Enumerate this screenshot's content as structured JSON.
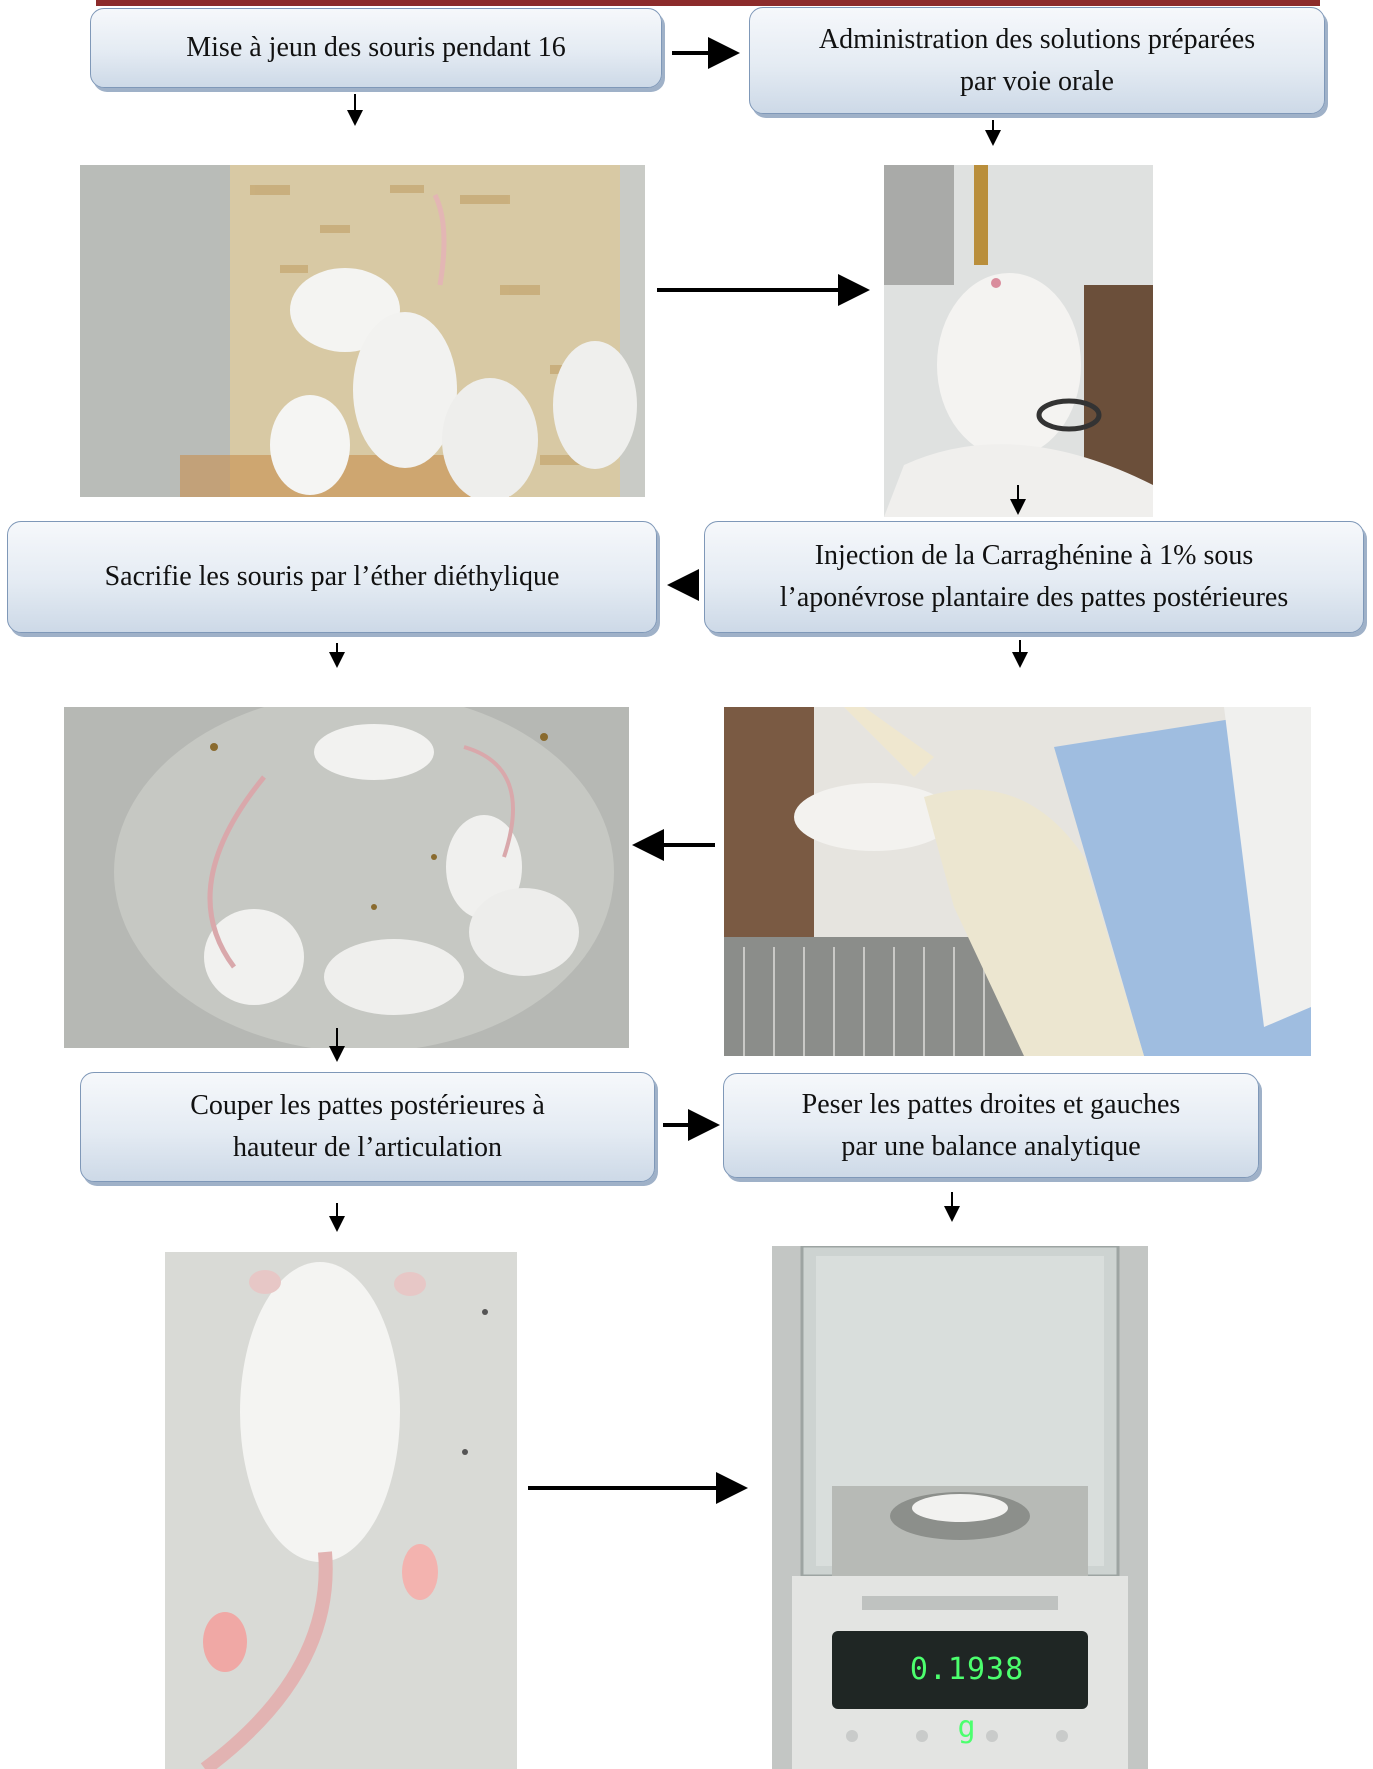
{
  "steps": {
    "s1": "Mise à jeun des souris  pendant 16",
    "s2_l1": "Administration des solutions préparées",
    "s2_l2": "par  voie orale",
    "s3": "Sacrifie les souris par l’éther diéthylique",
    "s4_l1": "Injection de la Carraghénine à 1% sous",
    "s4_l2": "l’aponévrose plantaire des pattes   postérieures",
    "s5_l1": "Couper les pattes postérieures à",
    "s5_l2": "hauteur de l’articulation",
    "s6_l1": "Peser les pattes droites et gauches",
    "s6_l2": "par une balance analytique"
  },
  "balance_display": "0.1938 g",
  "colors": {
    "box_border": "#7f98b8",
    "box_fill": "#e4ebf3",
    "arrow": "#000000",
    "top_rule": "#8c2b2b"
  }
}
